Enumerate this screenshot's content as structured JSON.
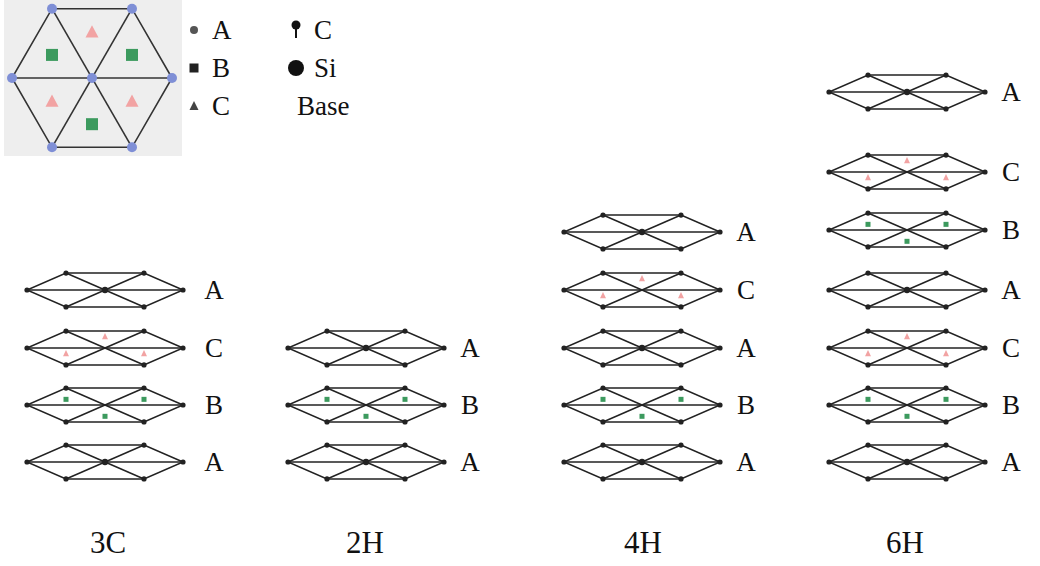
{
  "diagram": {
    "labels": [
      "A",
      "C",
      "B",
      "A",
      "3C",
      "A",
      "B",
      "A",
      "2H",
      "A",
      "C",
      "A",
      "B",
      "A",
      "4H",
      "A",
      "C",
      "B",
      "A",
      "C",
      "B",
      "A",
      "6H",
      "Base"
    ],
    "legend": [
      {
        "text": "A"
      },
      {
        "text": "B"
      },
      {
        "text": "C"
      },
      {
        "text": "C"
      },
      {
        "text": "Si"
      }
    ]
  }
}
